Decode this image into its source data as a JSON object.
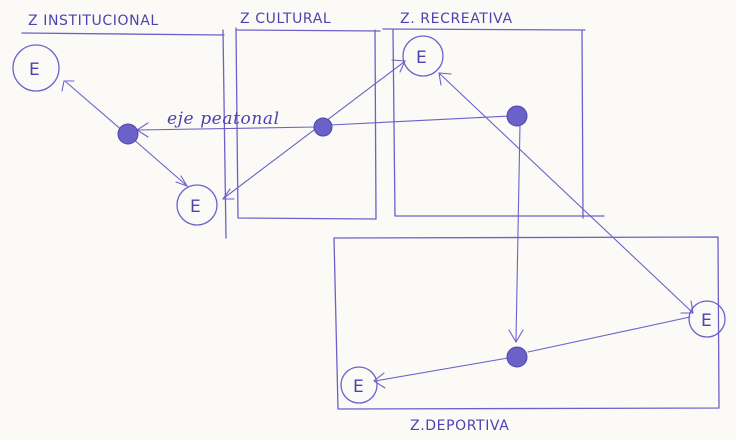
{
  "zones": {
    "institucional": "Z INSTITUCIONAL",
    "cultural": "Z CULTURAL",
    "recreativa": "Z. RECREATIVA",
    "deportiva": "Z.DEPORTIVA"
  },
  "path_label": "eje peatonal",
  "building_label": "E",
  "colors": {
    "ink": "#6b62c9",
    "paper": "#fbfaf7"
  }
}
